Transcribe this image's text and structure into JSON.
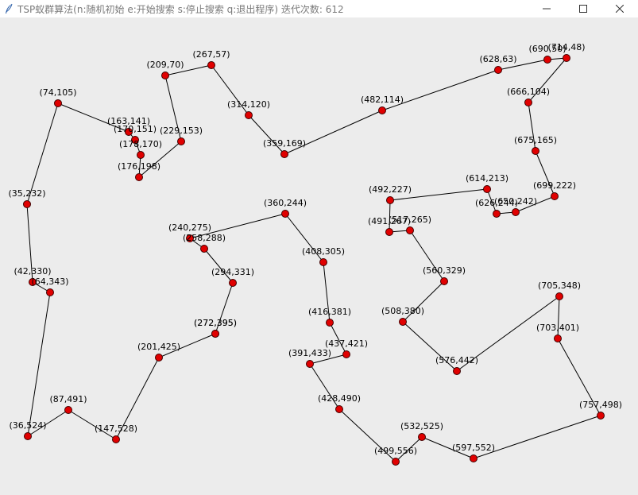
{
  "window": {
    "title": "TSP蚁群算法(n:随机初始 e:开始搜索 s:停止搜索 q:退出程序) 迭代次数: 612",
    "controls": {
      "minimize_icon": "minimize-icon",
      "maximize_icon": "maximize-icon",
      "close_icon": "close-icon"
    }
  },
  "colors": {
    "node_fill": "#e00000",
    "node_stroke": "#400000",
    "edge": "#000000",
    "background": "#ececec"
  },
  "cities": [
    {
      "id": 0,
      "label": "(74,105)"
    },
    {
      "id": 1,
      "label": "(163,141)"
    },
    {
      "id": 2,
      "label": "(170,151)"
    },
    {
      "id": 3,
      "label": "(178,170)"
    },
    {
      "id": 4,
      "label": "(176,198)"
    },
    {
      "id": 5,
      "label": "(229,153)"
    },
    {
      "id": 6,
      "label": "(209,70)"
    },
    {
      "id": 7,
      "label": "(267,57)"
    },
    {
      "id": 8,
      "label": "(314,120)"
    },
    {
      "id": 9,
      "label": "(359,169)"
    },
    {
      "id": 10,
      "label": "(482,114)"
    },
    {
      "id": 11,
      "label": "(628,63)"
    },
    {
      "id": 12,
      "label": "(690,50)"
    },
    {
      "id": 13,
      "label": "(714,48)"
    },
    {
      "id": 14,
      "label": "(666,104)"
    },
    {
      "id": 15,
      "label": "(675,165)"
    },
    {
      "id": 16,
      "label": "(699,222)"
    },
    {
      "id": 17,
      "label": "(650,242)"
    },
    {
      "id": 18,
      "label": "(626,244)"
    },
    {
      "id": 19,
      "label": "(614,213)"
    },
    {
      "id": 20,
      "label": "(492,227)"
    },
    {
      "id": 21,
      "label": "(491,267)"
    },
    {
      "id": 22,
      "label": "(517,265)"
    },
    {
      "id": 23,
      "label": "(560,329)"
    },
    {
      "id": 24,
      "label": "(508,380)"
    },
    {
      "id": 25,
      "label": "(576,442)"
    },
    {
      "id": 26,
      "label": "(705,348)"
    },
    {
      "id": 27,
      "label": "(703,401)"
    },
    {
      "id": 28,
      "label": "(757,498)"
    },
    {
      "id": 29,
      "label": "(597,552)"
    },
    {
      "id": 30,
      "label": "(532,525)"
    },
    {
      "id": 31,
      "label": "(499,556)"
    },
    {
      "id": 32,
      "label": "(428,490)"
    },
    {
      "id": 33,
      "label": "(391,433)"
    },
    {
      "id": 34,
      "label": "(437,421)"
    },
    {
      "id": 35,
      "label": "(416,381)"
    },
    {
      "id": 36,
      "label": "(408,305)"
    },
    {
      "id": 37,
      "label": "(360,244)"
    },
    {
      "id": 38,
      "label": "(240,275)"
    },
    {
      "id": 39,
      "label": "(258,288)"
    },
    {
      "id": 40,
      "label": "(294,331)"
    },
    {
      "id": 41,
      "label": "(272,395)"
    },
    {
      "id": 42,
      "label": "(272,395)"
    },
    {
      "id": 43,
      "label": "(201,425)"
    },
    {
      "id": 44,
      "label": "(147,528)"
    },
    {
      "id": 45,
      "label": "(87,491)"
    },
    {
      "id": 46,
      "label": "(36,524)"
    },
    {
      "id": 47,
      "label": "(64,343)"
    },
    {
      "id": 48,
      "label": "(42,330)"
    },
    {
      "id": 49,
      "label": "(35,232)"
    }
  ],
  "tour": [
    0,
    1,
    2,
    3,
    4,
    5,
    6,
    7,
    8,
    9,
    10,
    11,
    12,
    13,
    14,
    15,
    16,
    17,
    18,
    19,
    20,
    21,
    22,
    23,
    24,
    25,
    26,
    27,
    28,
    29,
    30,
    31,
    32,
    33,
    34,
    35,
    36,
    37,
    38,
    39,
    40,
    41,
    43,
    44,
    45,
    46,
    47,
    48,
    49,
    0
  ]
}
